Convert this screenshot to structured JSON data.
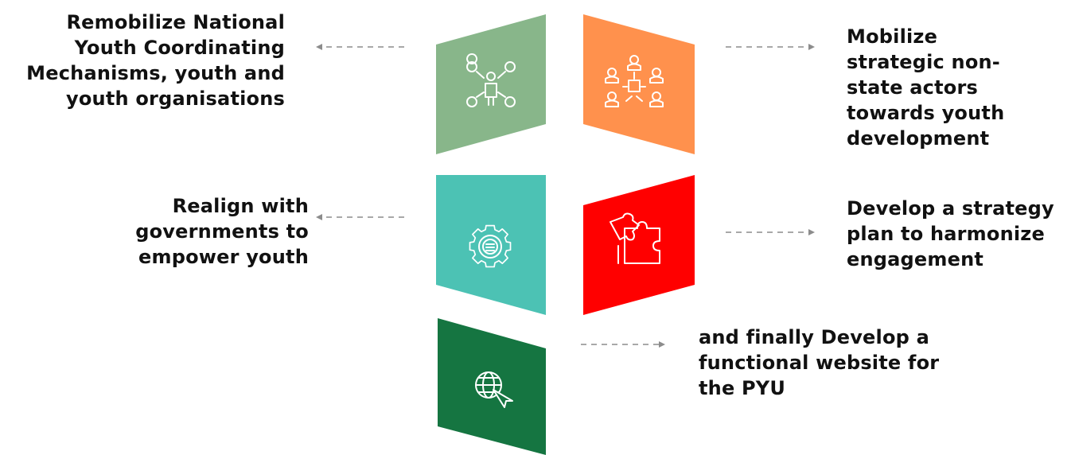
{
  "steps": [
    {
      "label": "Remobilize National Youth Coordinating Mechanisms, youth and youth organisations",
      "color": "#88b68a",
      "icon": "network-people-icon"
    },
    {
      "label": "Mobilize strategic non-state actors towards youth development",
      "color": "#ff914d",
      "icon": "team-collaboration-icon"
    },
    {
      "label": "Realign with governments to empower youth",
      "color": "#4cc2b4",
      "icon": "gear-settings-icon"
    },
    {
      "label": "Develop a strategy plan to harmonize engagement",
      "color": "#ff0000",
      "icon": "puzzle-icon"
    },
    {
      "label": "and finally Develop a functional website for the PYU",
      "color": "#157541",
      "icon": "globe-cursor-icon"
    }
  ],
  "arrow_color": "#8c8c8c"
}
